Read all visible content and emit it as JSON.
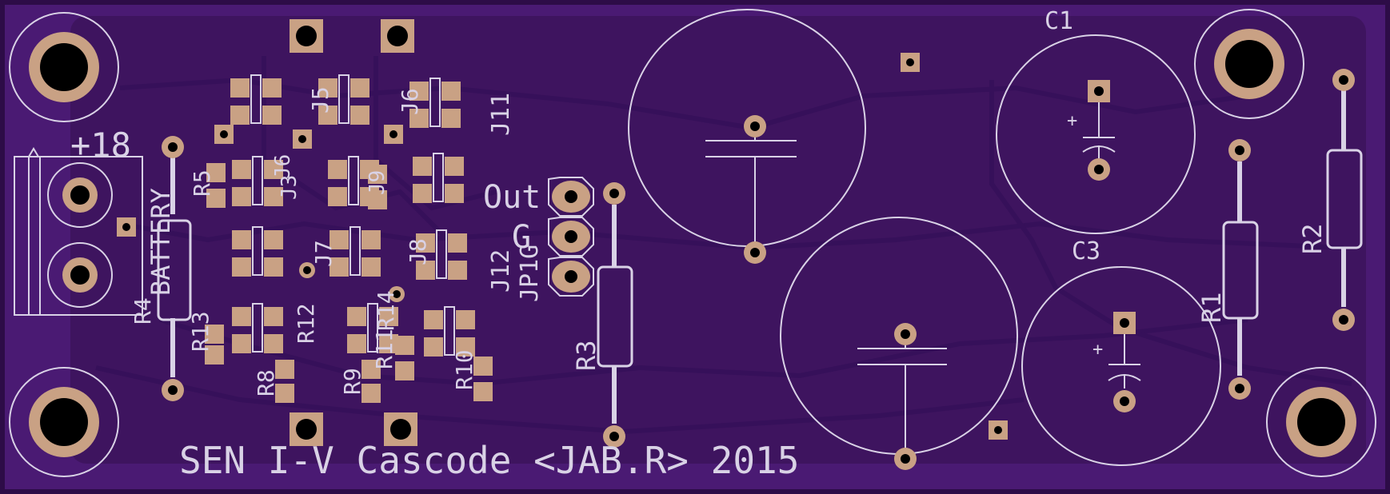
{
  "colors": {
    "board": "#4a1a73",
    "board_edge": "#2d0c47",
    "pour": "#3c1360",
    "trace": "#3a1160",
    "silk": "#d9d2e6",
    "pad": "#c9a184",
    "drill": "#000000"
  },
  "board": {
    "title": "SEN I-V Cascode <JAB.R> 2015",
    "connector_voltage": "+18",
    "connector_name": "BATTERY"
  },
  "labels": {
    "out": "Out",
    "g": "G",
    "j12": "J12",
    "jp1": "JP1G",
    "j11": "J11",
    "j5": "J5",
    "j6": "J6",
    "j7": "J7",
    "j8": "J8",
    "j3": "J3",
    "j6b": "J6",
    "j9": "J9",
    "r1": "R1",
    "r2": "R2",
    "r3": "R3",
    "r4": "R4",
    "r5": "R5",
    "r8": "R8",
    "r9": "R9",
    "r10": "R10",
    "r11": "R11",
    "r12": "R12",
    "r13": "R13",
    "r14": "R14",
    "c1": "C1",
    "c3": "C3",
    "plus1": "+",
    "plus2": "+"
  }
}
